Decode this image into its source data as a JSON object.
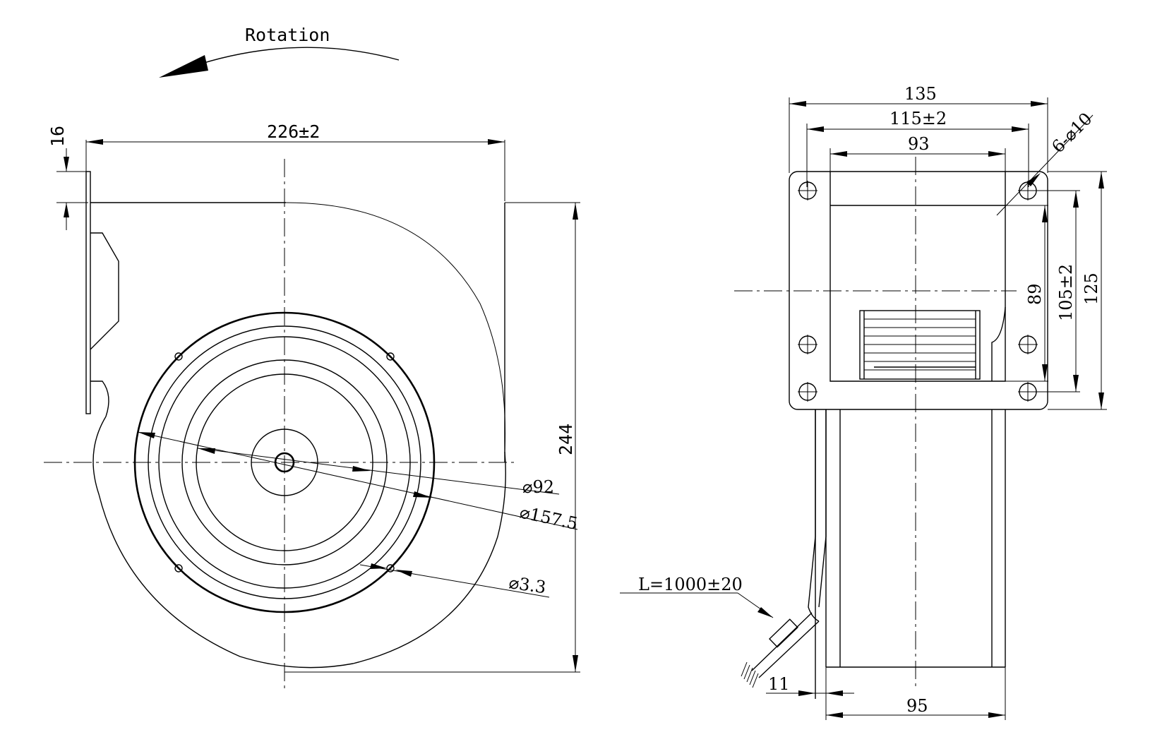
{
  "front_view": {
    "rotation_label": "Rotation",
    "width_dim": "226±2",
    "flange_dim": "16",
    "height_dim": "244",
    "dia_hub": "⌀92",
    "dia_outer": "⌀157.5",
    "dia_hole": "⌀3.3"
  },
  "side_view": {
    "overall_width": "135",
    "hole_spacing": "115±2",
    "outlet_width": "93",
    "holes_label": "6-⌀10",
    "outlet_height": "89",
    "hole_vertical": "105±2",
    "overall_height": "125",
    "cable_label": "L=1000±20",
    "offset_dim": "11",
    "body_width": "95"
  }
}
